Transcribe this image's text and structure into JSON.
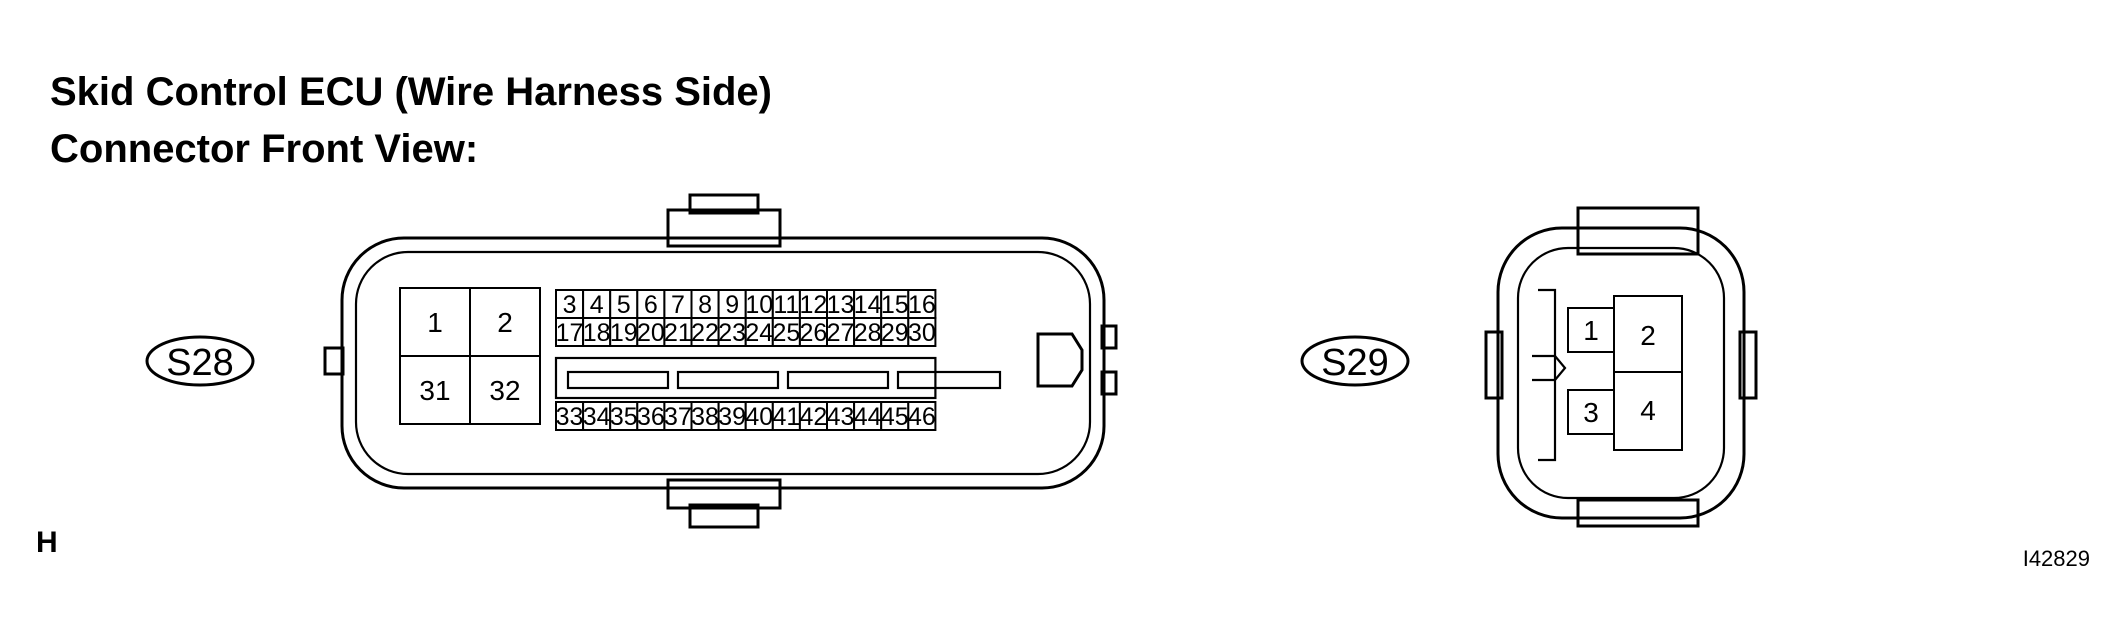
{
  "title": {
    "line1": "Skid Control ECU (Wire Harness Side)",
    "line2": "Connector Front View:"
  },
  "s28": {
    "tag": "S28",
    "big_pins": [
      "1",
      "2",
      "31",
      "32"
    ],
    "row_top": [
      "3",
      "4",
      "5",
      "6",
      "7",
      "8",
      "9",
      "10",
      "11",
      "12",
      "13",
      "14",
      "15",
      "16"
    ],
    "row_mid": [
      "17",
      "18",
      "19",
      "20",
      "21",
      "22",
      "23",
      "24",
      "25",
      "26",
      "27",
      "28",
      "29",
      "30"
    ],
    "row_bot": [
      "33",
      "34",
      "35",
      "36",
      "37",
      "38",
      "39",
      "40",
      "41",
      "42",
      "43",
      "44",
      "45",
      "46"
    ]
  },
  "s29": {
    "tag": "S29",
    "pins": [
      "1",
      "2",
      "3",
      "4"
    ]
  },
  "corner_label": "H",
  "figure_id": "I42829"
}
